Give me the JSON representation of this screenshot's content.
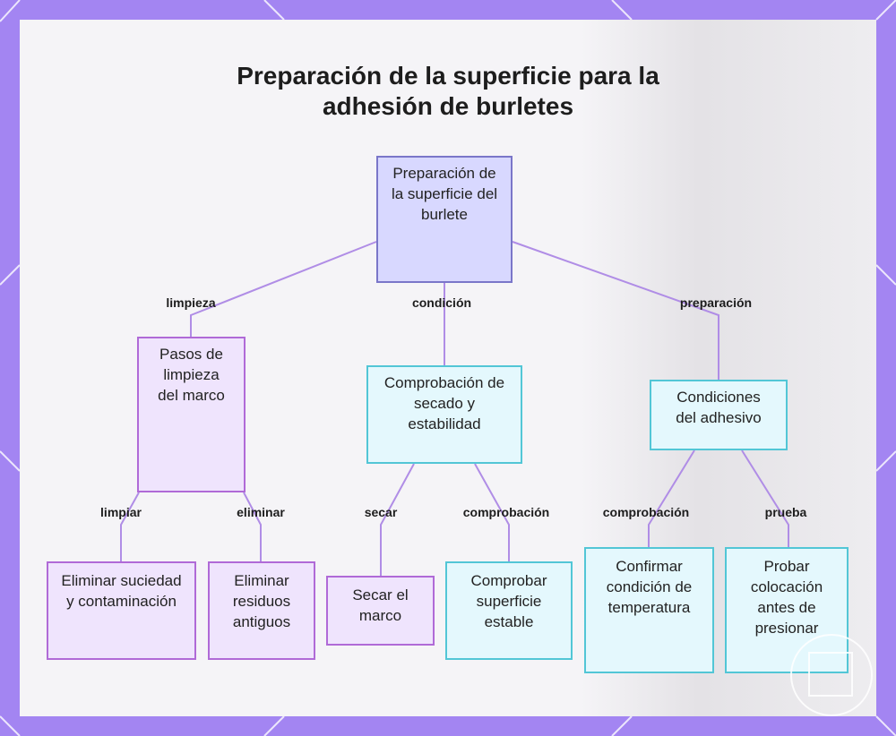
{
  "title": "Preparación de la superficie para la adhesión de burletes",
  "nodes": {
    "root": "Preparación de la superficie del burlete",
    "limpieza_pasos": "Pasos de limpieza del marco",
    "comprobacion_secado": "Comprobación de secado y estabilidad",
    "condiciones_adhesivo": "Condiciones del adhesivo",
    "eliminar_suciedad": "Eliminar suciedad y contaminación",
    "eliminar_residuos": "Eliminar residuos antiguos",
    "secar_marco": "Secar el marco",
    "comprobar_superficie": "Comprobar superficie estable",
    "confirmar_temperatura": "Confirmar condición de temperatura",
    "probar_colocacion": "Probar colocación antes de presionar"
  },
  "edges": {
    "limpieza": "limpieza",
    "condicion": "condición",
    "preparacion": "preparación",
    "limpiar": "limpiar",
    "eliminar": "eliminar",
    "secar": "secar",
    "comprobacion_1": "comprobación",
    "comprobacion_2": "comprobación",
    "prueba": "prueba"
  },
  "colors": {
    "frame": "#a385f2",
    "root_fill": "#d8d8ff",
    "lavender_fill": "#efe4fd",
    "lavender_border": "#b06ad7",
    "cyan_fill": "#e4f8fd",
    "cyan_border": "#52c6d6",
    "edge": "#b08de6"
  }
}
